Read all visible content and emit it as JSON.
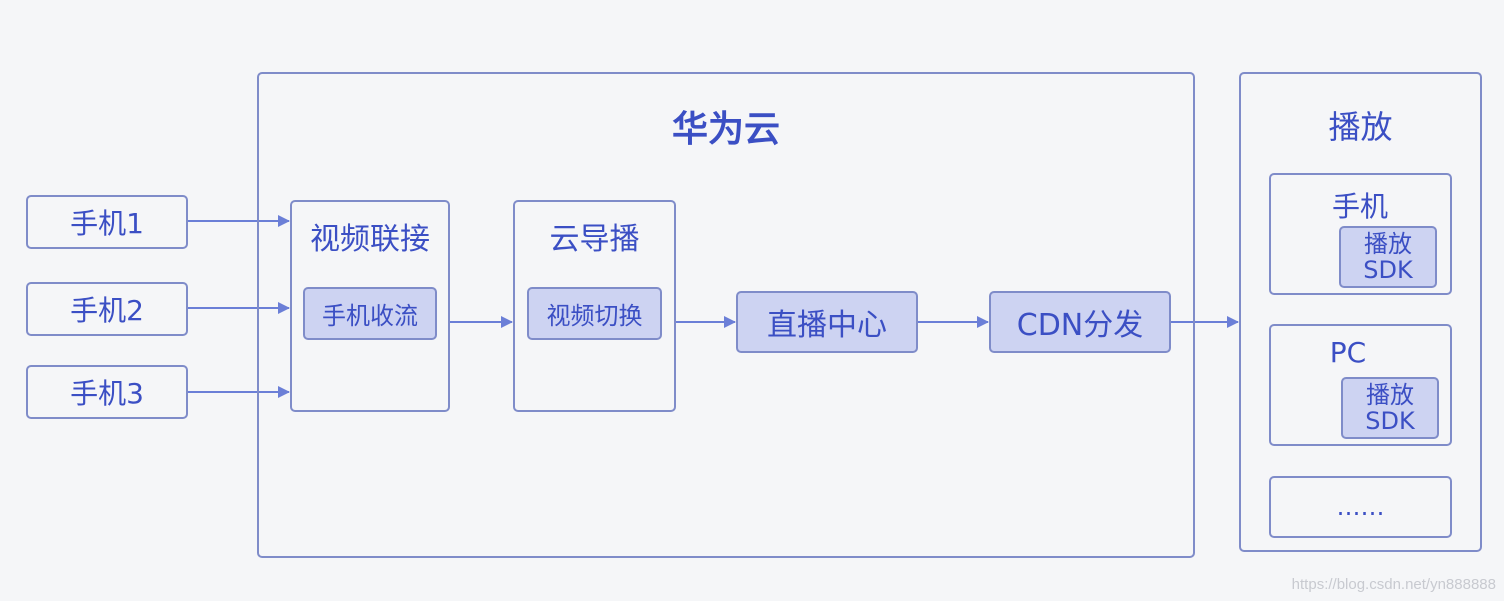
{
  "cloud": {
    "title": "华为云",
    "connect": {
      "title": "视频联接",
      "inner": "手机收流"
    },
    "director": {
      "title": "云导播",
      "inner": "视频切换"
    },
    "live_center": "直播中心",
    "cdn": "CDN分发"
  },
  "inputs": [
    "手机1",
    "手机2",
    "手机3"
  ],
  "playback": {
    "title": "播放",
    "mobile": {
      "title": "手机",
      "sdk_line1": "播放",
      "sdk_line2": "SDK"
    },
    "pc": {
      "title": "PC",
      "sdk_line1": "播放",
      "sdk_line2": "SDK"
    },
    "more": "……"
  },
  "watermark": "https://blog.csdn.net/yn888888",
  "colors": {
    "border": "#7f8cc9",
    "fill": "#cdd3f2",
    "text": "#3b4fc4",
    "arrow": "#6b7fd7",
    "background": "#f5f6f8"
  }
}
